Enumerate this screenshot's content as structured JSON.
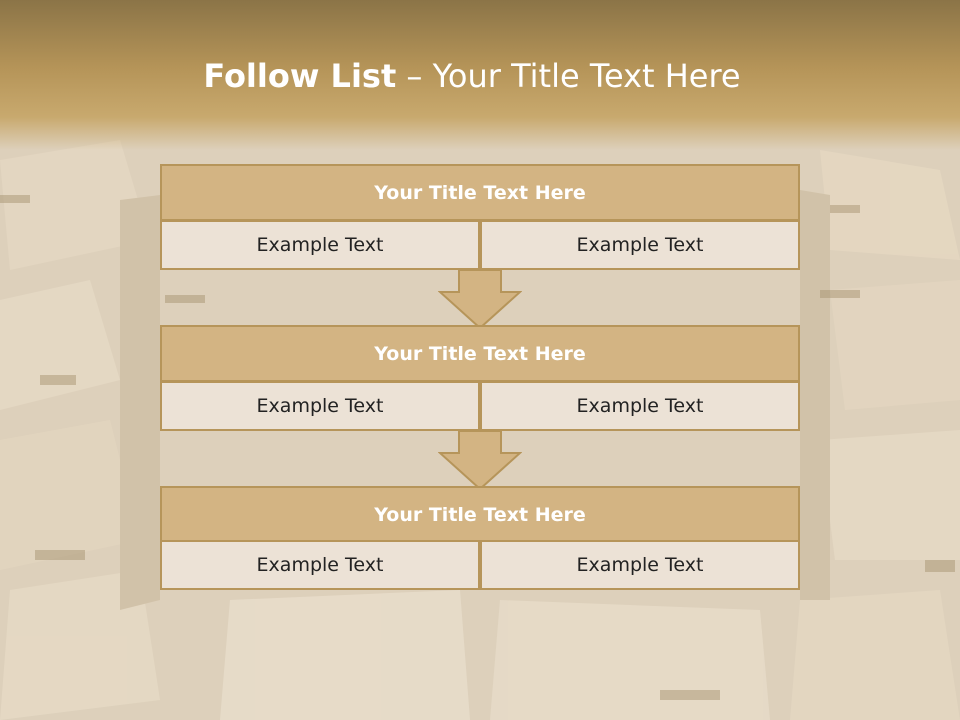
{
  "slide": {
    "title_bold": "Follow List",
    "title_rest": "– Your Title Text Here"
  },
  "blocks": [
    {
      "title": "Your Title Text Here",
      "left": "Example Text",
      "right": "Example Text"
    },
    {
      "title": "Your Title Text Here",
      "left": "Example Text",
      "right": "Example Text"
    },
    {
      "title": "Your Title Text Here",
      "left": "Example Text",
      "right": "Example Text"
    }
  ],
  "colors": {
    "header": "#b59458",
    "block_title_fill": "#d3b483",
    "block_border": "#b6955a",
    "cell_fill": "#ece2d6",
    "arrow_fill": "#d3b483"
  }
}
